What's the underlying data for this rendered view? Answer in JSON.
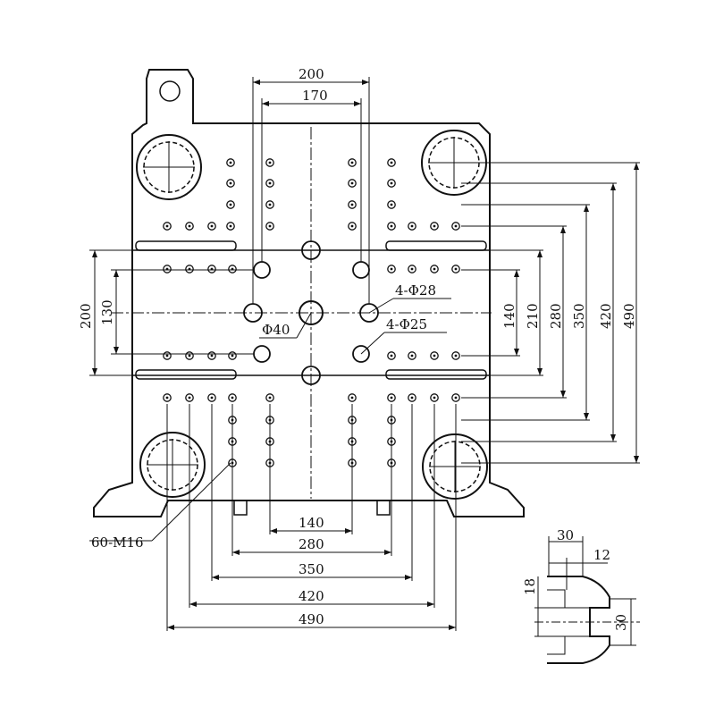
{
  "top_dims": {
    "outer": "200",
    "inner": "170"
  },
  "left_dims": {
    "outer": "200",
    "inner": "130"
  },
  "right_dims": [
    "140",
    "210",
    "280",
    "350",
    "420",
    "490"
  ],
  "bottom_dims": [
    "140",
    "280",
    "350",
    "420",
    "490"
  ],
  "callouts": {
    "hole_28": "4-Φ28",
    "hole_25": "4-Φ25",
    "center_40": "Φ40",
    "tapped": "60-M16"
  },
  "slot_detail": {
    "width_top": "30",
    "offset": "12",
    "depth_left": "18",
    "height_right": "30"
  }
}
